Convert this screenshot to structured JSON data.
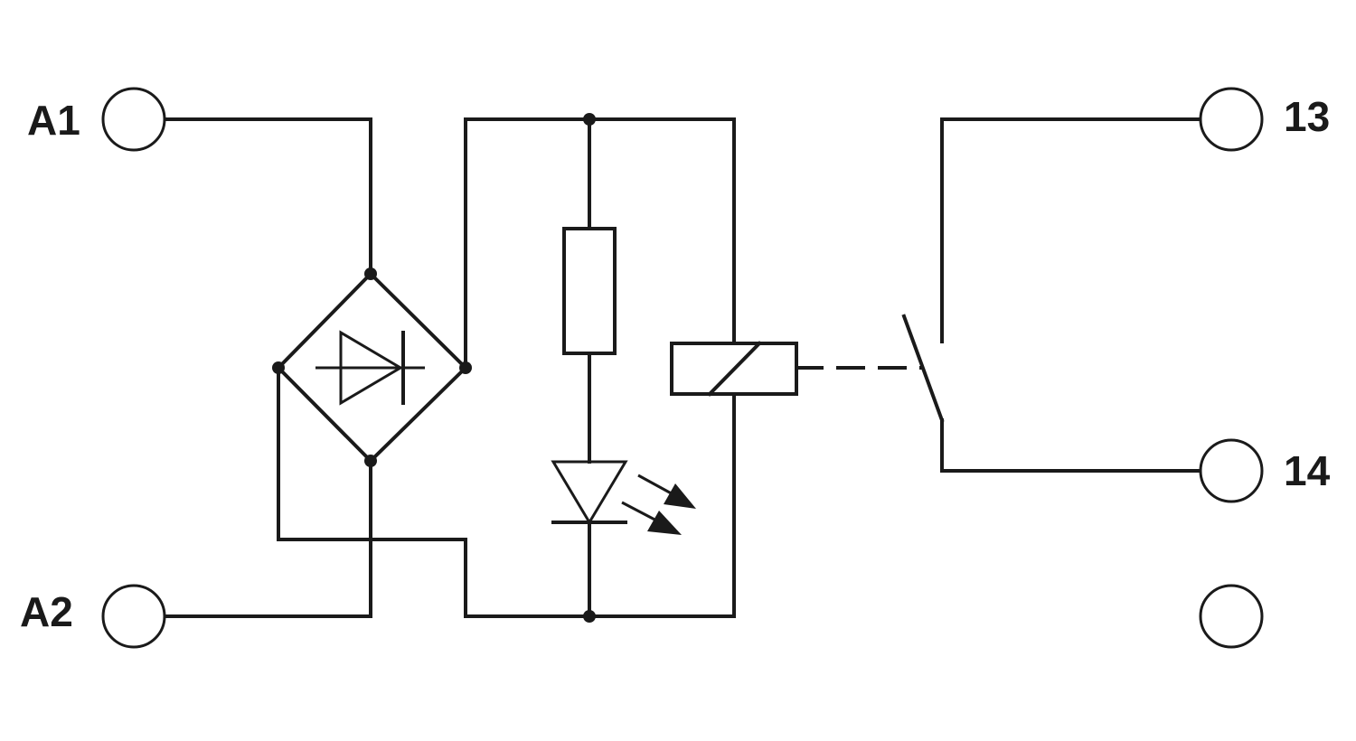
{
  "terminals": {
    "a1": "A1",
    "a2": "A2",
    "t13": "13",
    "t14": "14"
  },
  "components": [
    "bridge-rectifier",
    "resistor",
    "led",
    "relay-coil",
    "normally-open-contact"
  ],
  "colors": {
    "line": "#1a1a1a",
    "background": "#ffffff"
  }
}
